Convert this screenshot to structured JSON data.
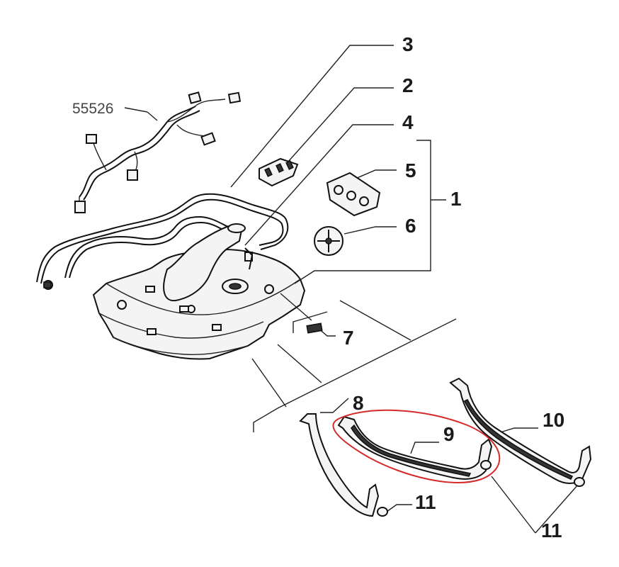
{
  "diagram": {
    "callouts": {
      "c1": "1",
      "c2": "2",
      "c3": "3",
      "c4": "4",
      "c5": "5",
      "c6": "6",
      "c7": "7",
      "c8": "8",
      "c9": "9",
      "c10": "10",
      "c11a": "11",
      "c11b": "11",
      "harness_code": "55526"
    },
    "highlight_color": "#d42a2a"
  }
}
